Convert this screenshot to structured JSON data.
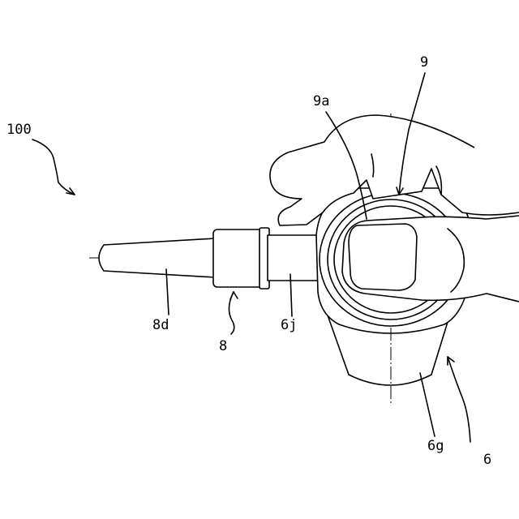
{
  "labels": {
    "assembly": "100",
    "nozzle": "8",
    "nozzle_tip": "8d",
    "body": "6",
    "body_lower": "6g",
    "body_port": "6j",
    "cap": "9",
    "cap_face": "9a"
  }
}
